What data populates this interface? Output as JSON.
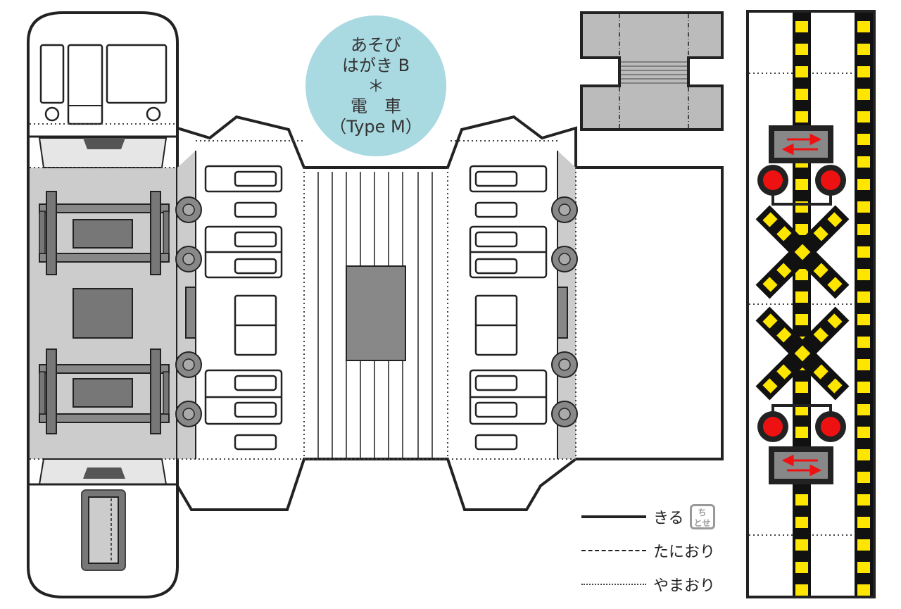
{
  "title": {
    "line1": "あそび",
    "line2": "はがき B",
    "line3": "＊",
    "line4": "電　車",
    "line5": "（Type M）"
  },
  "legend": {
    "cut": "きる",
    "valley_fold": "たにおり",
    "mountain_fold": "やまおり",
    "seal_text": "ちとせ"
  },
  "colors": {
    "outline": "#222222",
    "panel_gray": "#cccccc",
    "dark_gray": "#888888",
    "badge": "#a9d9e1",
    "crossing_yellow": "#ffe600",
    "signal_red": "#ee1111"
  },
  "icons": {
    "crossing_signal": "railroad-crossing-icon",
    "direction_arrows": "direction-arrow-icon"
  }
}
